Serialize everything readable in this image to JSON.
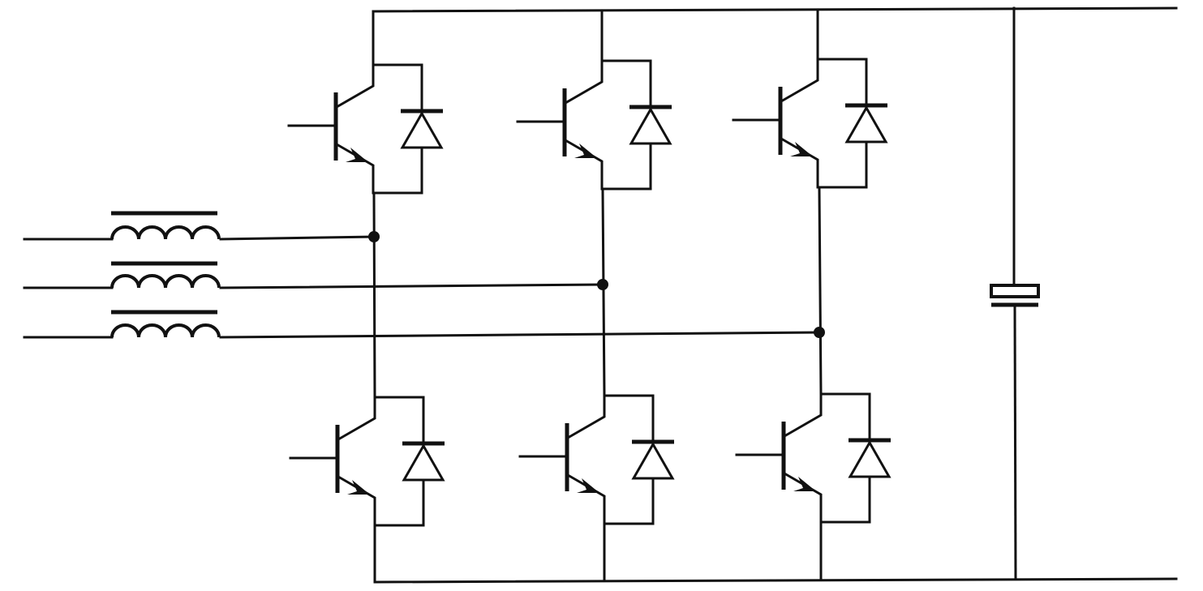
{
  "colors": {
    "background": "#ffffff",
    "line": "#111111"
  },
  "circuit": {
    "inductors": 3,
    "phase_legs": 3,
    "switches_per_leg": 2,
    "components": {
      "switch": "igbt-with-antiparallel-diode",
      "inductor": "iron-core-inductor",
      "capacitor": "dc-link-capacitor"
    }
  }
}
